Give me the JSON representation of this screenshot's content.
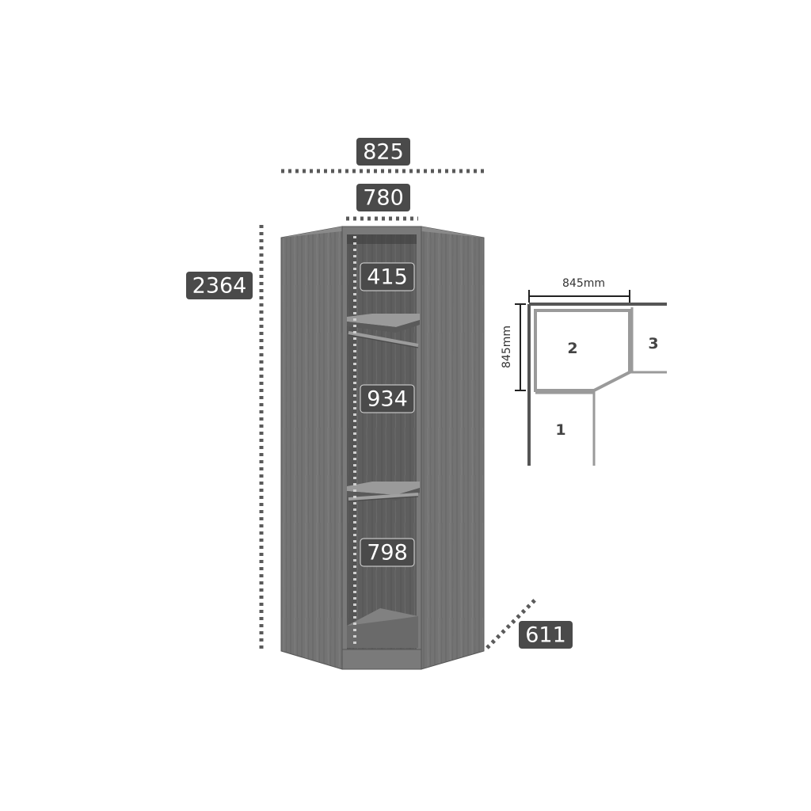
{
  "dimensions": {
    "total_width": "825",
    "inner_width": "780",
    "height": "2364",
    "depth": "611",
    "top_space": "415",
    "middle_space": "934",
    "bottom_space": "798"
  },
  "floor_plan": {
    "width_label": "845mm",
    "depth_label": "845mm",
    "zones": [
      "1",
      "2",
      "3"
    ]
  },
  "colors": {
    "wood": "#6f6f6f",
    "wood_dark": "#555555",
    "wood_light": "#8a8a8a",
    "badge": "#4a4a4a",
    "dotted": "#5a5a5a",
    "plan_line": "#555555",
    "plan_light": "#9a9a9a"
  }
}
